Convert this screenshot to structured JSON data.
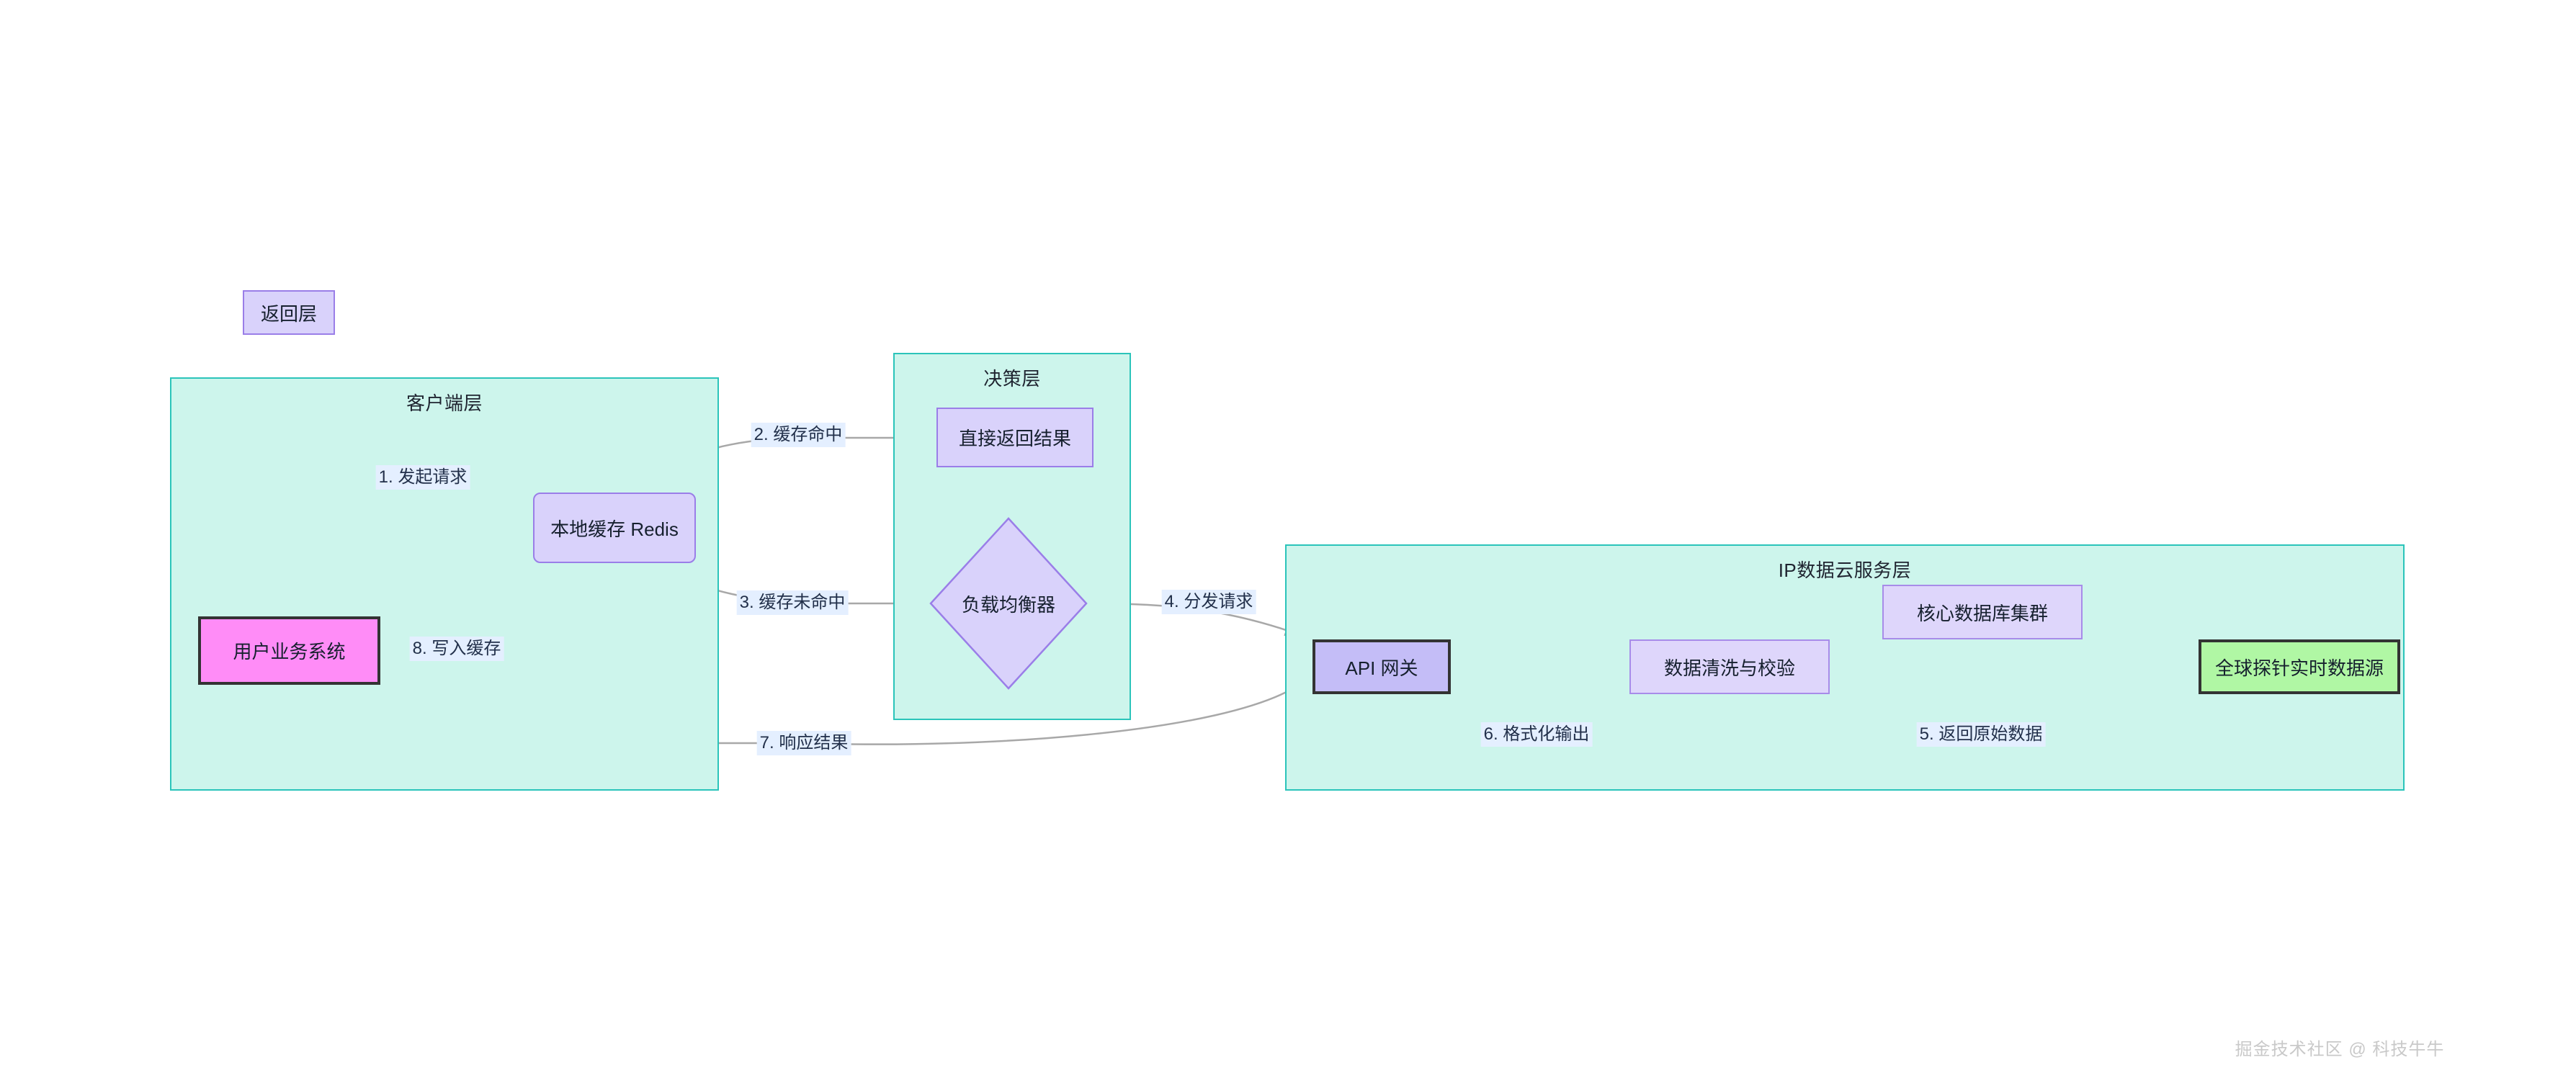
{
  "diagram": {
    "type": "flowchart",
    "background": "#ffffff",
    "subgraph_fill": "#cdf5ec",
    "subgraph_stroke": "#2bc4ba",
    "node_fill_purple": "#d9d2fb",
    "node_stroke_purple": "#9a7ee8",
    "node_fill_pink": "#ff8cf7",
    "node_fill_green": "#b0f7a4",
    "node_stroke_dark": "#333333",
    "edge_color": "#9e9e9e",
    "edge_label_bg": "#e4efff",
    "edge_label_color": "#22304a"
  },
  "standalone": {
    "return_layer_label": "返回层"
  },
  "subgraphs": [
    {
      "id": "client",
      "title": "客户端层"
    },
    {
      "id": "decision",
      "title": "决策层"
    },
    {
      "id": "ipcloud",
      "title": "IP数据云服务层"
    }
  ],
  "nodes": [
    {
      "id": "return-layer",
      "label": "返回层",
      "shape": "rect",
      "fill": "#d9d2fb"
    },
    {
      "id": "user-system",
      "label": "用户业务系统",
      "shape": "rect",
      "fill": "#ff8cf7"
    },
    {
      "id": "local-cache",
      "label": "本地缓存 Redis",
      "shape": "rounded",
      "fill": "#d9d2fb"
    },
    {
      "id": "direct-return",
      "label": "直接返回结果",
      "shape": "rect",
      "fill": "#d9d2fb"
    },
    {
      "id": "load-balancer",
      "label": "负载均衡器",
      "shape": "diamond",
      "fill": "#d9d2fb"
    },
    {
      "id": "api-gateway",
      "label": "API 网关",
      "shape": "rect",
      "fill": "#d9d2fb"
    },
    {
      "id": "data-cleaning",
      "label": "数据清洗与校验",
      "shape": "rect",
      "fill": "#ded6fb"
    },
    {
      "id": "core-database",
      "label": "核心数据库集群",
      "shape": "rect",
      "fill": "#ded6fb"
    },
    {
      "id": "global-probe",
      "label": "全球探针实时数据源",
      "shape": "rect",
      "fill": "#b0f7a4"
    }
  ],
  "edges": [
    {
      "id": "e1",
      "from": "user-system",
      "to": "local-cache",
      "label": "1. 发起请求"
    },
    {
      "id": "e2",
      "from": "local-cache",
      "to": "direct-return",
      "label": "2. 缓存命中"
    },
    {
      "id": "e3",
      "from": "local-cache",
      "to": "load-balancer",
      "label": "3. 缓存未命中"
    },
    {
      "id": "e4",
      "from": "load-balancer",
      "to": "api-gateway",
      "label": "4. 分发请求"
    },
    {
      "id": "e5",
      "from": "core-database",
      "to": "global-probe",
      "label": "5. 返回原始数据"
    },
    {
      "id": "e6",
      "from": "data-cleaning",
      "to": "api-gateway",
      "label": "6. 格式化输出"
    },
    {
      "id": "e7",
      "from": "api-gateway",
      "to": "user-system",
      "label": "7. 响应结果"
    },
    {
      "id": "e8",
      "from": "user-system",
      "to": "local-cache",
      "label": "8. 写入缓存"
    }
  ],
  "watermark": {
    "text": "掘金技术社区 @ 科技牛牛"
  }
}
